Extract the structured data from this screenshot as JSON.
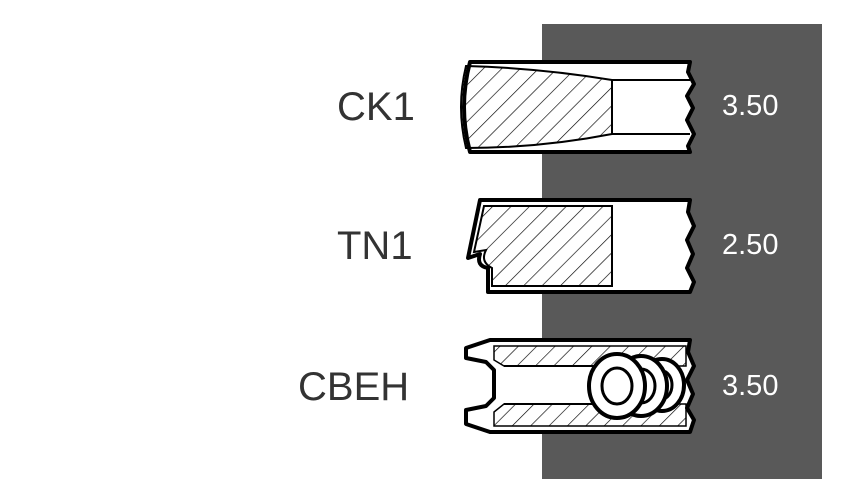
{
  "rings": [
    {
      "name": "CK1",
      "thickness": "3.50"
    },
    {
      "name": "TN1",
      "thickness": "2.50"
    },
    {
      "name": "CBEH",
      "thickness": "3.50"
    }
  ],
  "colors": {
    "panel": "#595959",
    "label": "#333333",
    "value": "#ffffff"
  }
}
